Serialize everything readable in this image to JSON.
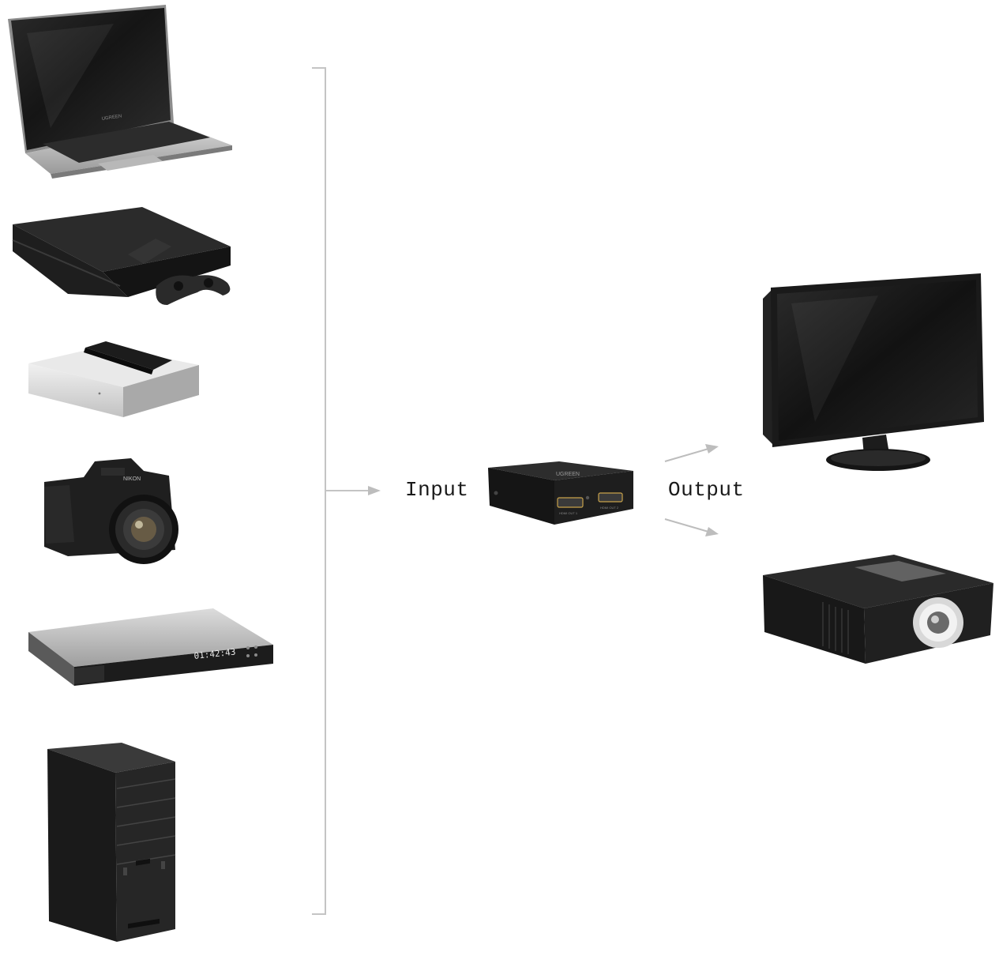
{
  "diagram": {
    "input_label": "Input",
    "output_label": "Output",
    "sources": [
      {
        "name": "laptop",
        "brand_text": "UGREEN"
      },
      {
        "name": "game-console"
      },
      {
        "name": "tv-box"
      },
      {
        "name": "camera",
        "brand_text": "NIKON"
      },
      {
        "name": "blu-ray-player",
        "display_text": "01:42:43"
      },
      {
        "name": "desktop-tower"
      }
    ],
    "splitter": {
      "brand_text": "UGREEN",
      "port1_label": "HDMI OUT 1",
      "port2_label": "HDMI OUT 2"
    },
    "outputs": [
      {
        "name": "monitor"
      },
      {
        "name": "projector"
      }
    ],
    "colors": {
      "line": "#c4c4c4",
      "arrow": "#bdbdbd",
      "device_dark": "#1b1b1b",
      "device_silver": "#c9c9c9"
    }
  }
}
